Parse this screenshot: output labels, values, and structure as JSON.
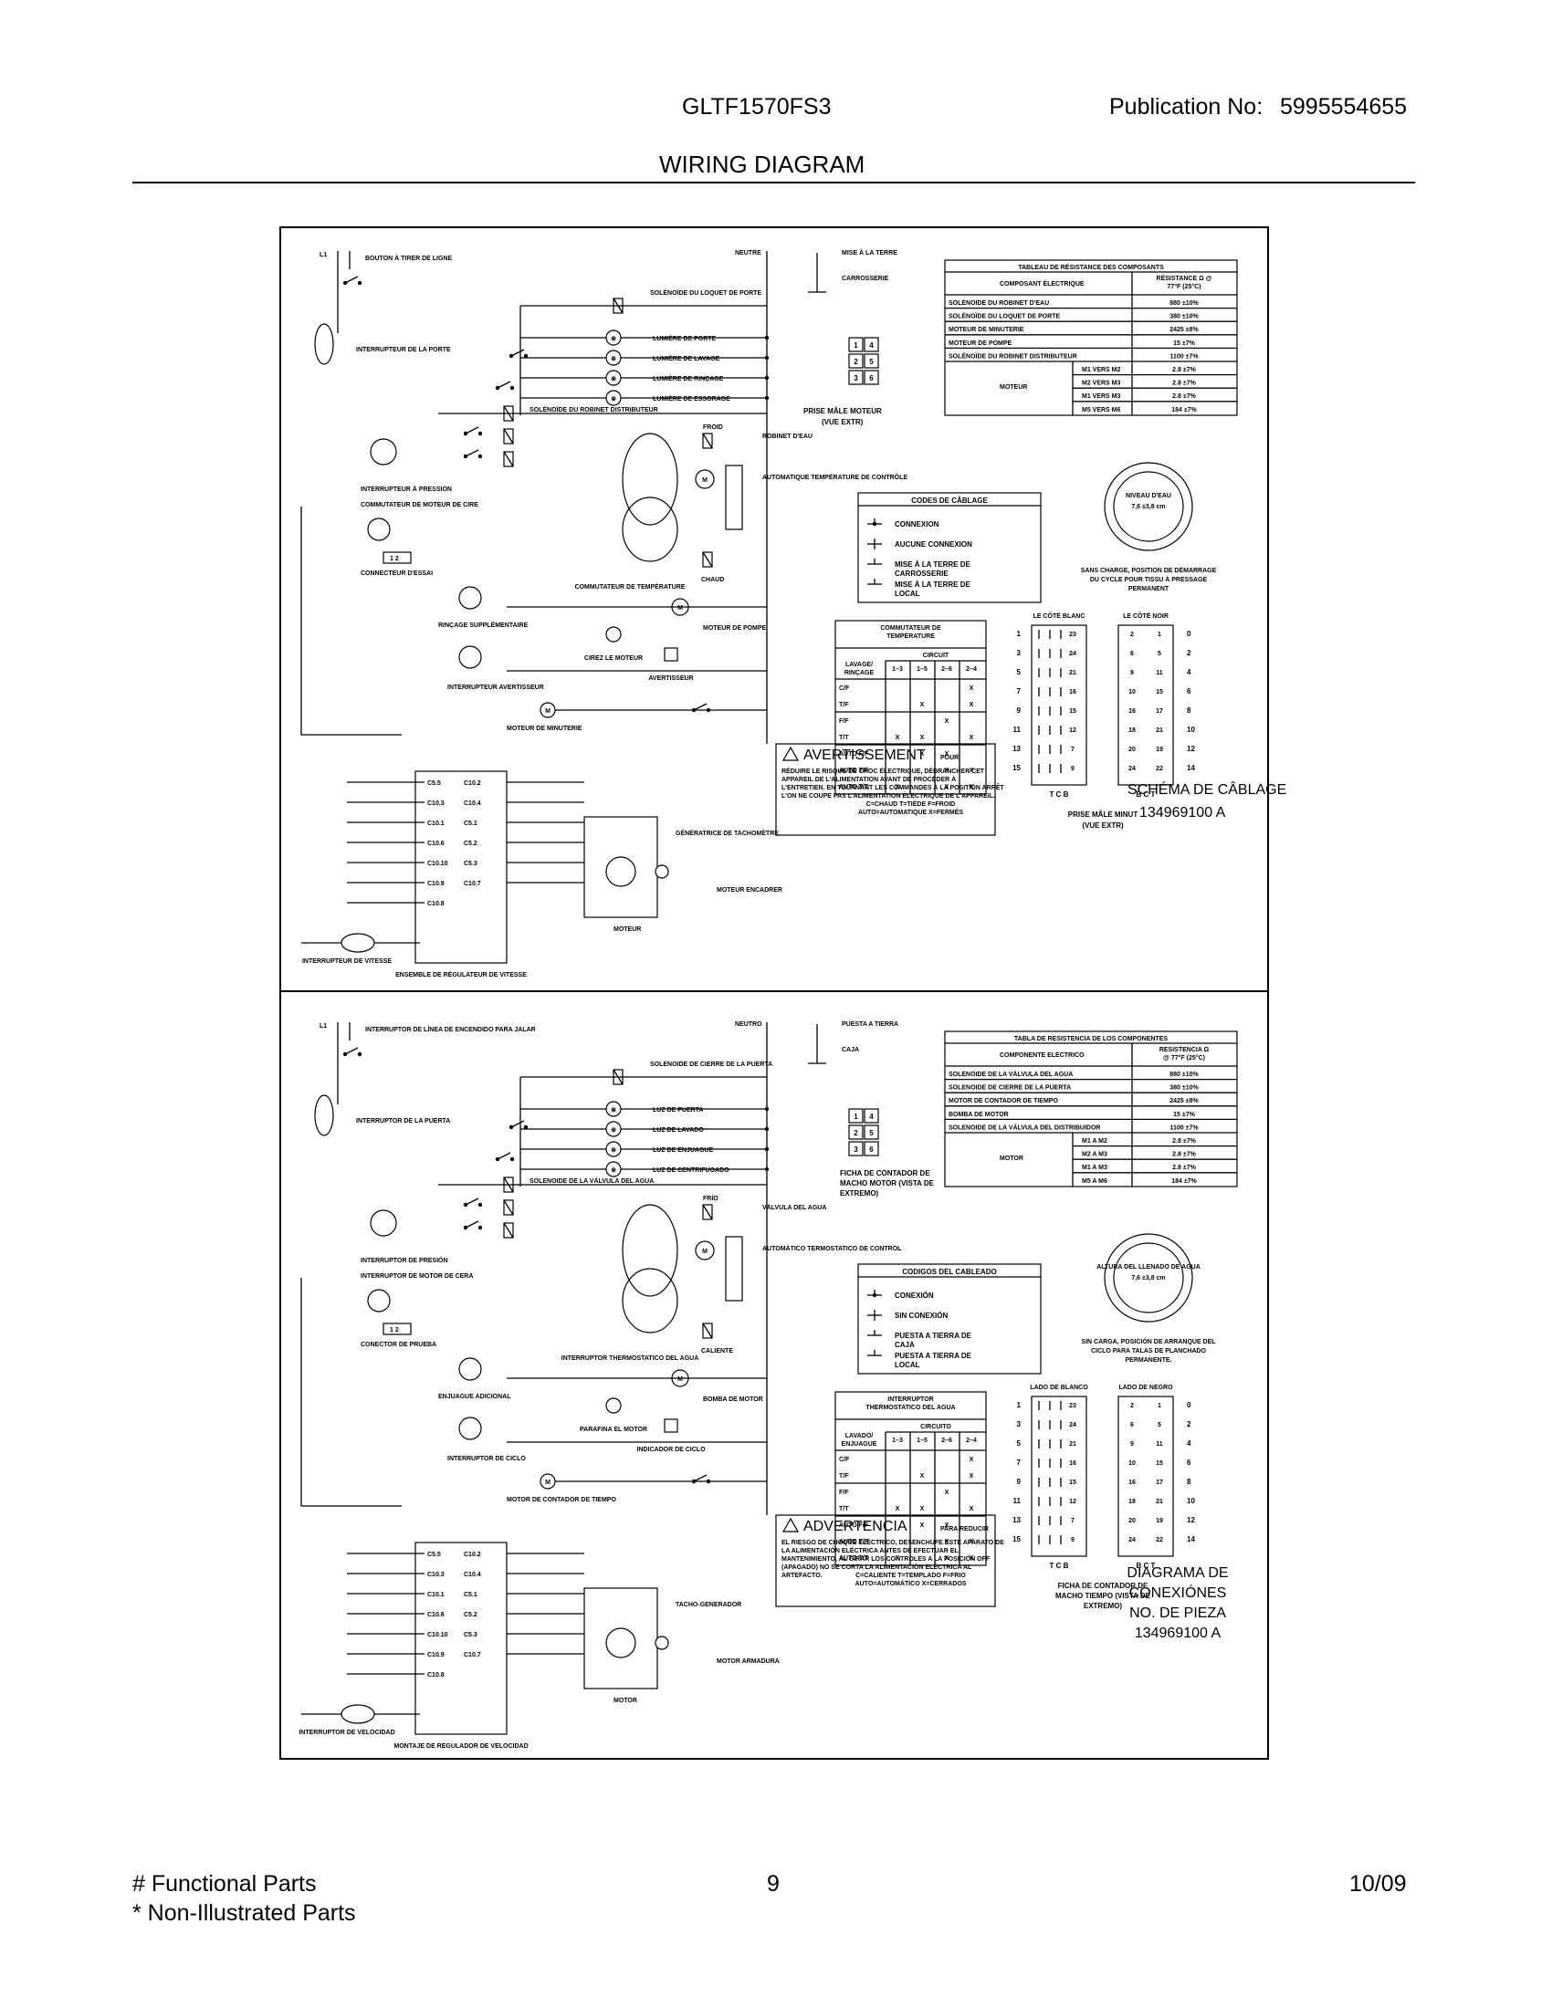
{
  "header": {
    "model": "GLTF1570FS3",
    "publication_label": "Publication No:",
    "publication_number": "5995554655",
    "title": "WIRING DIAGRAM"
  },
  "footer": {
    "functional": "# Functional Parts",
    "non_illustrated": "* Non-Illustrated Parts",
    "page": "9",
    "date": "10/09"
  },
  "french": {
    "labels": {
      "l1": "L1",
      "neutre": "NEUTRE",
      "mise_terre": "MISE À LA TERRE",
      "carrosserie": "CARROSSERIE",
      "bouton": "BOUTON À TIRER DE LIGNE",
      "solenoide_loquet": "SOLÉNOÏDE DU LOQUET DE PORTE",
      "interrupteur_porte": "INTERRUPTEUR DE LA PORTE",
      "lumiere_porte": "LUMIÈRE DE PORTE",
      "lumiere_lavage": "LUMIÈRE DE LAVAGE",
      "lumiere_rincage": "LUMIÈRE DE RINÇAGE",
      "lumiere_essorage": "LUMIÈRE DE ESSORAGE",
      "solenoide_distributeur": "SOLÉNOÏDE DU ROBINET DISTRIBUTEUR",
      "interrupteur_pression": "INTERRUPTEUR À PRESSION",
      "commutateur_cire": "COMMUTATEUR DE MOTEUR DE CIRE",
      "connecteur_essai": "CONNECTEUR D'ESSAI",
      "rincage_supp": "RINÇAGE SUPPLÉMENTAIRE",
      "interrupteur_avertisseur": "INTERRUPTEUR AVERTISSEUR",
      "moteur_minuterie": "MOTEUR DE MINUTERIE",
      "avertisseur": "AVERTISSEUR",
      "moteur_pompe": "MOTEUR DE POMPE",
      "cirez_moteur": "CIREZ LE MOTEUR",
      "commutateur_temp": "COMMUTATEUR DE TEMPÉRATURE",
      "robinet_eau": "ROBINET D'EAU",
      "automatique_temp": "AUTOMATIQUE TEMPÉRATURE DE CONTRÔLE",
      "froid": "FROID",
      "chaud": "CHAUD",
      "moteur": "MOTEUR",
      "generatrice": "GÉNÉRATRICE DE TACHOMÈTRE",
      "moteur_encadrer": "MOTEUR ENCADRER",
      "interrupteur_vitesse": "INTERRUPTEUR DE VITESSE",
      "ensemble_regulateur": "ENSEMBLE DE RÉGULATEUR DE VITESSE",
      "prise_male_moteur": "PRISE MÂLE MOTEUR",
      "vue_extr": "(VUE EXTR)",
      "niveau_eau": "NIVEAU D'EAU",
      "niveau_value": "7,6 ±3,8 cm",
      "sans_charge": "SANS CHARGE, POSITION DE DÉMARRAGE DU CYCLE POUR TISSU À PRESSAGE PERMANENT",
      "le_cote_blanc": "LE CÔTÉ BLANC",
      "le_cote_noir": "LE CÔTÉ NOIR",
      "prise_male_minut": "PRISE MÂLE MINUT",
      "schema_title": "SCHÉMA DE CÂBLAGE",
      "schema_number": "134969100 A"
    },
    "resistance_table": {
      "title": "TABLEAU DE RÉSISTANCE DES COMPOSANTS",
      "col1": "COMPOSANT ÉLECTRIQUE",
      "col2": "RÉSISTANCE Ω @ 77°F (25°C)",
      "rows": [
        [
          "SOLÉNOÏDE DU ROBINET D'EAU",
          "",
          "880 ±10%"
        ],
        [
          "SOLÉNOÏDE DU LOQUET DE PORTE",
          "",
          "380 ±10%"
        ],
        [
          "MOTEUR DE MINUTERIE",
          "",
          "2425 ±8%"
        ],
        [
          "MOTEUR DE POMPE",
          "",
          "15 ±7%"
        ],
        [
          "SOLÉNOÏDE DU ROBINET DISTRIBUTEUR",
          "",
          "1100 ±7%"
        ],
        [
          "MOTEUR",
          "M1 VERS M2",
          "2.8 ±7%"
        ],
        [
          "",
          "M2 VERS M3",
          "2.8 ±7%"
        ],
        [
          "",
          "M1 VERS M3",
          "2.8 ±7%"
        ],
        [
          "",
          "M5 VERS M6",
          "184 ±7%"
        ]
      ]
    },
    "codes": {
      "title": "CODES DE CÂBLAGE",
      "items": [
        "CONNEXION",
        "AUCUNE CONNEXION",
        "MISE À LA TERRE DE CARROSSERIE",
        "MISE À LA TERRE DE LOCAL"
      ]
    },
    "temp_table": {
      "title": "COMMUTATEUR DE TEMPÉRATURE",
      "circuit": "CIRCUIT",
      "row_header": "LAVAGE/ RINÇAGE",
      "cols": [
        "1–3",
        "1–5",
        "2–6",
        "2–4"
      ],
      "rows": [
        [
          "C/F",
          "",
          "",
          "",
          "X"
        ],
        [
          "T/F",
          "",
          "X",
          "",
          "X"
        ],
        [
          "F/F",
          "",
          "",
          "X",
          ""
        ],
        [
          "T/T",
          "X",
          "X",
          "",
          "X"
        ],
        [
          "AUTO F/F",
          "",
          "X",
          "X",
          ""
        ],
        [
          "AUTO T/F",
          "",
          "",
          "X",
          "X"
        ],
        [
          "AUTO T/T",
          "X",
          "",
          "X",
          "X"
        ]
      ],
      "legend1": "C=CHAUD  T=TIÈDE  F=FROID",
      "legend2": "AUTO=AUTOMATIQUE  X=FERMÉS"
    },
    "warning": {
      "title": "AVERTISSEMENT",
      "pour": "POUR",
      "text": "RÉDUIRE LE RISQUE DE CHOC ÉLECTRIQUE, DÉBRANCHER CET APPAREIL DE L'ALIMENTATION AVANT DE PROCÉDER À L'ENTRETIEN. EN TOURNANT LES COMMANDES À LA POSITION ARRÊT L'ON NE COUPE PAS L'ALIMENTATION ÉLECTRIQUE DE L'APPAREIL."
    }
  },
  "spanish": {
    "labels": {
      "l1": "L1",
      "neutro": "NEUTRO",
      "puesta_tierra": "PUESTA A TIERRA",
      "caja": "CAJA",
      "interruptor_linea": "INTERRUPTOR DE LÍNEA DE ENCENDIDO PARA JALAR",
      "solenoide_cierre": "SOLENOIDE DE CIERRE DE LA PUERTA",
      "interruptor_puerta": "INTERRUPTOR DE LA PUERTA",
      "luz_puerta": "LUZ DE PUERTA",
      "luz_lavado": "LUZ DE LAVADO",
      "luz_enjuague": "LUZ DE ENJUAGUE",
      "luz_centrifugado": "LUZ DE CENTRIFUGADO",
      "solenoide_valvula": "SOLENOIDE DE LA VÁLVULA DEL AGUA",
      "interruptor_presion": "INTERRUPTOR DE PRESIÓN",
      "interruptor_cera": "INTERRUPTOR DE MOTOR DE CERA",
      "conector_prueba": "CONECTOR DE PRUEBA",
      "enjuague_adicional": "ENJUAGUE ADICIONAL",
      "interruptor_ciclo": "INTERRUPTOR DE CICLO",
      "motor_contador": "MOTOR DE CONTADOR DE TIEMPO",
      "indicador_ciclo": "INDICADOR DE CICLO",
      "bomba_motor": "BOMBA DE MOTOR",
      "parafina": "PARAFINA EL MOTOR",
      "interruptor_termostatico": "INTERRUPTOR THERMOSTATICO DEL AGUA",
      "valvula_agua": "VÁLVULA DEL AGUA",
      "automatico_termostatico": "AUTOMÁTICO TERMOSTATICO DE CONTROL",
      "frio": "FRÍO",
      "caliente": "CALIENTE",
      "motor": "MOTOR",
      "tacho": "TACHO-GENERADOR",
      "motor_armadura": "MOTOR ARMADURA",
      "interruptor_velocidad": "INTERRUPTOR DE VELOCIDAD",
      "montaje_regulador": "MONTAJE DE REGULADOR DE VELOCIDAD",
      "ficha_motor": "FICHA DE CONTADOR DE MACHO MOTOR (VISTA DE EXTREMO)",
      "altura_llenado": "ALTURA DEL LLENADO DE AGUA",
      "altura_value": "7,6 ±3,8 cm",
      "sin_carga": "SIN CARGA, POSICIÓN DE ARRANQUE DEL CICLO PARA TALAS DE PLANCHADO PERMANENTE.",
      "lado_blanco": "LADO DE BLANCO",
      "lado_negro": "LADO DE NEGRO",
      "ficha_tiempo": "FICHA DE CONTADOR DE MACHO TIEMPO (VISTA DE EXTREMO)",
      "diagrama_1": "DIAGRAMA DE",
      "diagrama_2": "CONEXIÓNES",
      "diagrama_3": "NO. DE PIEZA",
      "diagrama_4": "134969100 A"
    },
    "resistance_table": {
      "title": "TABLA DE RESISTENCIA DE LOS COMPONENTES",
      "col1": "COMPONENTE ELECTRICO",
      "col2": "RESISTENCIA Ω @ 77°F (25°C)",
      "rows": [
        [
          "SOLENOIDE DE LA VÁLVULA DEL AGUA",
          "",
          "880 ±10%"
        ],
        [
          "SOLENOIDE DE CIERRE DE LA PUERTA",
          "",
          "380 ±10%"
        ],
        [
          "MOTOR DE CONTADOR DE TIEMPO",
          "",
          "2425 ±8%"
        ],
        [
          "BOMBA DE MOTOR",
          "",
          "15 ±7%"
        ],
        [
          "SOLENOIDE DE LA VÁLVULA DEL DISTRIBUIDOR",
          "",
          "1100 ±7%"
        ],
        [
          "MOTOR",
          "M1 A M2",
          "2.8 ±7%"
        ],
        [
          "",
          "M2 A M3",
          "2.8 ±7%"
        ],
        [
          "",
          "M1 A M3",
          "2.8 ±7%"
        ],
        [
          "",
          "M5 A M6",
          "184 ±7%"
        ]
      ]
    },
    "codes": {
      "title": "CODIGOS DEL CABLEADO",
      "items": [
        "CONEXIÓN",
        "SIN CONEXIÓN",
        "PUESTA A TIERRA DE CAJA",
        "PUESTA A TIERRA DE LOCAL"
      ]
    },
    "temp_table": {
      "title": "INTERRUPTOR THERMOSTATICO DEL AGUA",
      "circuit": "CIRCUITO",
      "row_header": "LAVADO/ ENJUAGUE",
      "cols": [
        "1–3",
        "1–5",
        "2–6",
        "2–4"
      ],
      "rows": [
        [
          "C/F",
          "",
          "",
          "",
          "X"
        ],
        [
          "T/F",
          "",
          "X",
          "",
          "X"
        ],
        [
          "F/F",
          "",
          "",
          "X",
          ""
        ],
        [
          "T/T",
          "X",
          "X",
          "",
          "X"
        ],
        [
          "AUTO F/F",
          "",
          "X",
          "X",
          ""
        ],
        [
          "AUTO T/F",
          "",
          "",
          "X",
          "X"
        ],
        [
          "AUTO T/T",
          "X",
          "",
          "X",
          "X"
        ]
      ],
      "legend1": "C=CALIENTE  T=TEMPLADO  F=FRIO",
      "legend2": "AUTO=AUTOMÁTICO  X=CERRADOS"
    },
    "warning": {
      "title": "ADVERTENCIA",
      "pour": "PARA REDUCIR",
      "text": "EL RIESGO DE CHOQUE ELÉCTRICO, DESENCHUFE ESTE APARATO DE LA ALIMENTACIÓN ELÉCTRICA ANTES DE EFECTUAR EL MANTENIMIENTO. AL GIRAR LOS CONTROLES A LA POSICIÓN OFF (APAGADO) NO SE CORTA LA ALIMENTACIÓN ELÉCTRICA AL ARTEFACTO."
    }
  },
  "connector_pins": [
    "1",
    "4",
    "2",
    "5",
    "3",
    "6"
  ],
  "timer_plug": {
    "left_numbers": [
      "1",
      "3",
      "5",
      "7",
      "9",
      "11",
      "13",
      "15"
    ],
    "right_numbers": [
      "0",
      "2",
      "4",
      "6",
      "8",
      "10",
      "12",
      "14"
    ],
    "white_labels": [
      "23",
      "24",
      "21",
      "16",
      "15",
      "12",
      "7",
      "9"
    ],
    "black_labels": [
      "2",
      "1",
      "6",
      "5",
      "9",
      "11",
      "10",
      "15",
      "16",
      "17",
      "18",
      "21",
      "20",
      "19",
      "24",
      "22"
    ],
    "bottom_left": "T C B",
    "bottom_right": "B C T"
  }
}
